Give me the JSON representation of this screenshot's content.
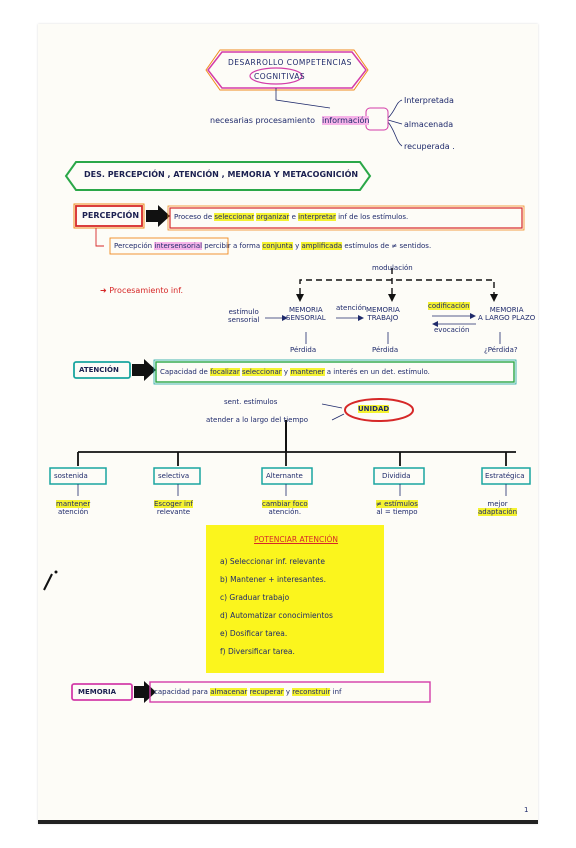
{
  "header": {
    "title_line1": "DESARROLLO COMPETENCIAS",
    "title_line2": "COGNITIVAS",
    "proceso_left": "necesarias procesamiento",
    "proceso_key": "información",
    "branches": [
      "Interpretada",
      "almacenada",
      "recuperada ."
    ]
  },
  "section_banner": "DES. PERCEPCIÓN , ATENCIÓN , MEMORIA Y METACOGNICIÓN",
  "percepcion": {
    "label": "PERCEPCIÓN",
    "def_prefix": "Proceso de",
    "def_w1": "seleccionar",
    "def_w2": "organizar",
    "def_mid": "e",
    "def_w3": "interpretar",
    "def_suffix": "inf de los estímulos.",
    "intersensorial_prefix": "Percepción",
    "intersensorial_word": "intersensorial",
    "intersensorial_text": "percibir a forma",
    "w_conjunta": "conjunta",
    "w_y": "y",
    "w_amplificada": "amplificada",
    "intersensorial_end": "estímulos de ≠ sentidos.",
    "modulacion": "modulación",
    "procesamiento": "Procesamiento inf.",
    "flow": {
      "estimulo": [
        "estímulo",
        "sensorial"
      ],
      "sensorial": [
        "MEMORIA",
        "SENSORIAL"
      ],
      "atencion_arrow": "atención",
      "trabajo": [
        "MEMORIA",
        "TRABAJO"
      ],
      "codificacion": "codificación",
      "evocacion": "evocación",
      "largo": [
        "MEMORIA",
        "A LARGO PLAZO"
      ],
      "perdida1": "Pérdida",
      "perdida2": "Pérdida",
      "perdida3": "¿Pérdida?"
    }
  },
  "atencion": {
    "label": "ATENCIÓN",
    "def_prefix": "Capacidad de",
    "w1": "focalizar",
    "w2": "seleccionar",
    "w_y": "y",
    "w3": "mantener",
    "def_suffix": "a interés en un det. estímulo.",
    "side1": "sent. estímulos",
    "side2": "atender a lo largo del tiempo",
    "unidad": "UNIDAD",
    "types": [
      {
        "name": "sostenida",
        "note1": "mantener",
        "note2": "atención"
      },
      {
        "name": "selectiva",
        "note1": "Escoger inf",
        "note2": "relevante"
      },
      {
        "name": "Alternante",
        "note1": "cambiar foco",
        "note2": "atención."
      },
      {
        "name": "Dividida",
        "note1": "≠ estímulos",
        "note2": "al = tiempo"
      },
      {
        "name": "Estratégica",
        "note1": "mejor",
        "note2": "adaptación"
      }
    ]
  },
  "postit": {
    "title": "POTENCIAR ATENCIÓN",
    "items": [
      "a) Seleccionar inf. relevante",
      "b) Mantener + interesantes.",
      "c) Graduar trabajo",
      "d) Automatizar conocimientos",
      "e) Dosificar tarea.",
      "f) Diversificar tarea."
    ]
  },
  "memoria": {
    "label": "MEMORIA",
    "def_prefix": "capacidad para",
    "w1": "almacenar",
    "w2": "recuperar",
    "w_y": "y",
    "w3": "reconstruir",
    "def_suffix": "inf"
  },
  "page_number": "1",
  "colors": {
    "ink": "#1f2a6b",
    "magenta": "#d33ca8",
    "orange": "#f08a1e",
    "red": "#d62828",
    "green": "#2aa748",
    "teal": "#1aa5a0",
    "yellow": "#f4f230",
    "pink": "#f7b3e9"
  }
}
